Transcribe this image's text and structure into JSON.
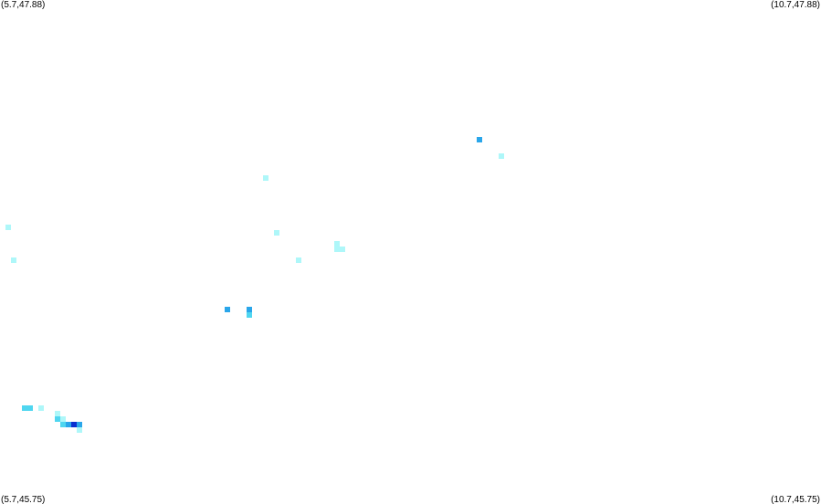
{
  "map": {
    "corners": {
      "top_left": "(5.7,47.88)",
      "top_right": "(10.7,47.88)",
      "bottom_left": "(5.7,45.75)",
      "bottom_right": "(10.7,45.75)"
    },
    "bounds": {
      "lon_min": 5.7,
      "lon_max": 10.7,
      "lat_min": 45.75,
      "lat_max": 47.88
    },
    "colors": {
      "level_1": "#aef7f9",
      "level_2": "#4fd6f0",
      "level_3": "#2aa6ea",
      "level_4": "#1060e0",
      "level_5": "#0a2fd0"
    },
    "blobs": [
      {
        "lon": 8.625,
        "lat": 47.295,
        "level": 1,
        "r": 0.022
      },
      {
        "lon": 8.61,
        "lat": 47.3,
        "level": 2,
        "r": 0.012
      },
      {
        "lon": 8.618,
        "lat": 47.295,
        "level": 3,
        "r": 0.01
      },
      {
        "lon": 8.75,
        "lat": 47.227,
        "level": 1,
        "r": 0.013
      },
      {
        "lon": 7.315,
        "lat": 47.123,
        "level": 1,
        "r": 0.01
      },
      {
        "lon": 7.395,
        "lat": 46.887,
        "level": 1,
        "r": 0.015
      },
      {
        "lon": 7.752,
        "lat": 46.834,
        "level": 1,
        "r": 0.022
      },
      {
        "lon": 7.77,
        "lat": 46.827,
        "level": 1,
        "r": 0.015
      },
      {
        "lon": 7.53,
        "lat": 46.79,
        "level": 1,
        "r": 0.014
      },
      {
        "lon": 7.57,
        "lat": 46.768,
        "level": 1,
        "r": 0.014
      },
      {
        "lon": 5.74,
        "lat": 46.926,
        "level": 1,
        "r": 0.017
      },
      {
        "lon": 5.775,
        "lat": 46.788,
        "level": 1,
        "r": 0.01
      },
      {
        "lon": 7.08,
        "lat": 46.572,
        "level": 3,
        "r": 0.012
      },
      {
        "lon": 7.21,
        "lat": 46.578,
        "level": 3,
        "r": 0.012
      },
      {
        "lon": 7.2,
        "lat": 46.558,
        "level": 3,
        "r": 0.013
      },
      {
        "lon": 7.214,
        "lat": 46.55,
        "level": 2,
        "r": 0.009
      },
      {
        "lon": 5.86,
        "lat": 46.15,
        "level": 2,
        "r": 0.014
      },
      {
        "lon": 5.885,
        "lat": 46.155,
        "level": 2,
        "r": 0.012
      },
      {
        "lon": 5.96,
        "lat": 46.148,
        "level": 1,
        "r": 0.01
      },
      {
        "lon": 6.05,
        "lat": 46.132,
        "level": 1,
        "r": 0.011
      },
      {
        "lon": 6.1,
        "lat": 46.108,
        "level": 1,
        "r": 0.012
      },
      {
        "lon": 6.13,
        "lat": 46.088,
        "level": 1,
        "r": 0.028
      },
      {
        "lon": 6.05,
        "lat": 46.1,
        "level": 2,
        "r": 0.014
      },
      {
        "lon": 6.1,
        "lat": 46.09,
        "level": 2,
        "r": 0.018
      },
      {
        "lon": 6.13,
        "lat": 46.092,
        "level": 3,
        "r": 0.018
      },
      {
        "lon": 6.14,
        "lat": 46.085,
        "level": 4,
        "r": 0.012
      },
      {
        "lon": 6.15,
        "lat": 46.09,
        "level": 5,
        "r": 0.007
      },
      {
        "lon": 6.18,
        "lat": 46.076,
        "level": 3,
        "r": 0.011
      },
      {
        "lon": 6.185,
        "lat": 46.06,
        "level": 1,
        "r": 0.01
      }
    ]
  }
}
